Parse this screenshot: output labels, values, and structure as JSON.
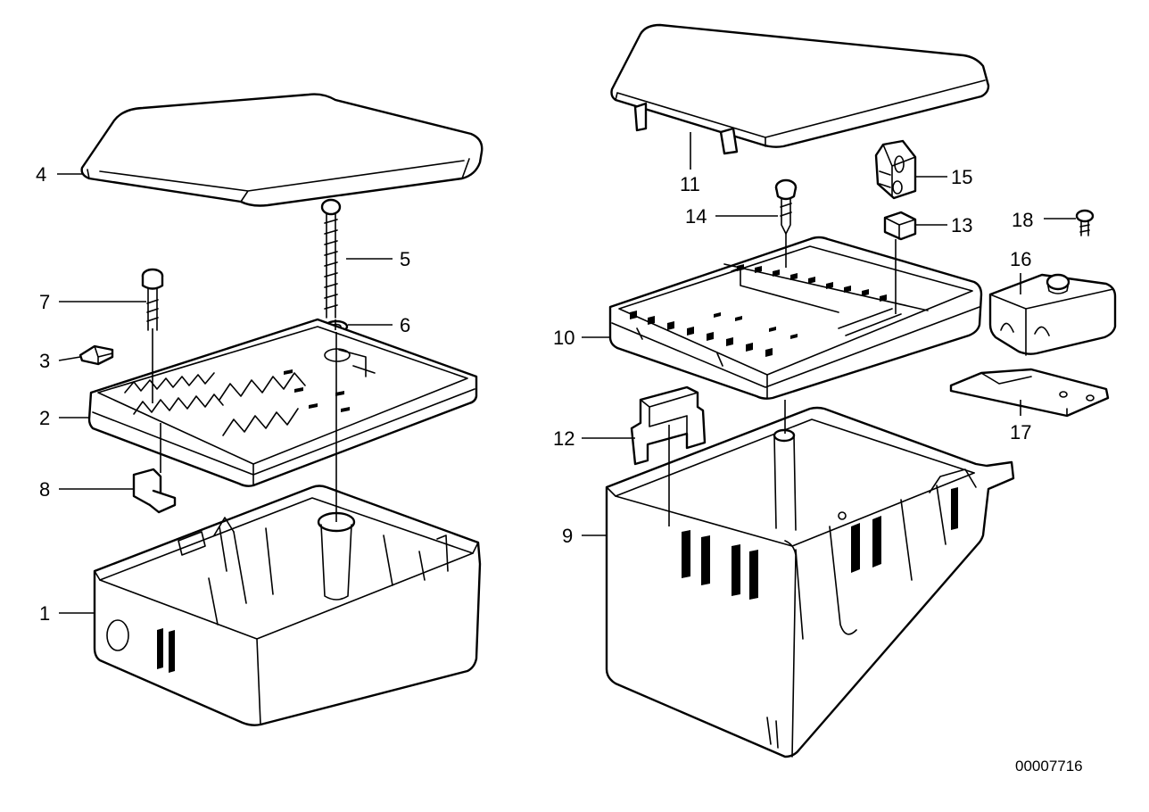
{
  "callouts": {
    "c1": "1",
    "c2": "2",
    "c3": "3",
    "c4": "4",
    "c5": "5",
    "c6": "6",
    "c7": "7",
    "c8": "8",
    "c9": "9",
    "c10": "10",
    "c11": "11",
    "c12": "12",
    "c13": "13",
    "c14": "14",
    "c15": "15",
    "c16": "16",
    "c17": "17",
    "c18": "18"
  },
  "document_number": "00007716"
}
